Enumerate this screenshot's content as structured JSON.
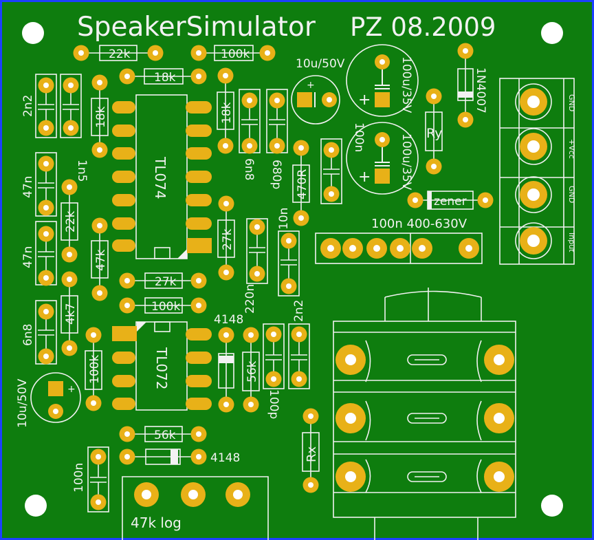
{
  "board": {
    "title": "SpeakerSimulator",
    "author_date": "PZ 08.2009",
    "colors": {
      "substrate": "#0e7d0e",
      "copper_pad": "#e8b118",
      "silkscreen": "#f2f2f2",
      "border": "#1c3fff",
      "drill": "#ffffff"
    }
  },
  "labels": {
    "r_22k_top": "22k",
    "r_100k_top": "100k",
    "r_18k_top": "18k",
    "r_18k_left": "18k",
    "r_18k_mid": "18k",
    "c_2n2_left": "2n2",
    "c_1n5": "1n5",
    "c_10u50v_top": "10u/50V",
    "c_100u35v_top": "100u/35V",
    "c_100u35v_bottom": "100u/35V",
    "d_1n4007": "1N4007",
    "r_ry": "Ry",
    "c_6n8_top": "6n8",
    "c_680p": "680p",
    "r_470r": "470R",
    "c_100n_mid": "100n",
    "zener": "zener",
    "c_47n_a": "47n",
    "c_47n_b": "47n",
    "r_22k_left": "22k",
    "r_47k": "47k",
    "ic_tl074": "TL074",
    "r_27k_v": "27k",
    "c_10n": "10n",
    "c_220n": "220n",
    "cap_block": "100n 400-630V",
    "r_27k_h": "27k",
    "r_100k_mid": "100k",
    "d_4148_a": "4148",
    "c_2n2_mid": "2n2",
    "c_6n8_left": "6n8",
    "r_4k7": "4k7",
    "r_100k_v": "100k",
    "ic_tl072": "TL072",
    "r_56k_v": "56k",
    "c_100p": "100p",
    "c_10u50v_bottom": "10u/50V",
    "r_56k_h": "56k",
    "d_4148_b": "4148",
    "r_rx": "Rx",
    "c_100n_bottom": "100n",
    "pot_47k": "47k log",
    "term_gnd_1": "GND",
    "term_vcc": "+Vcc",
    "term_gnd_2": "GND",
    "term_input": "Input",
    "pol_plus_1": "+",
    "pol_plus_2": "+",
    "pol_plus_3": "+",
    "pol_plus_4": "+"
  }
}
